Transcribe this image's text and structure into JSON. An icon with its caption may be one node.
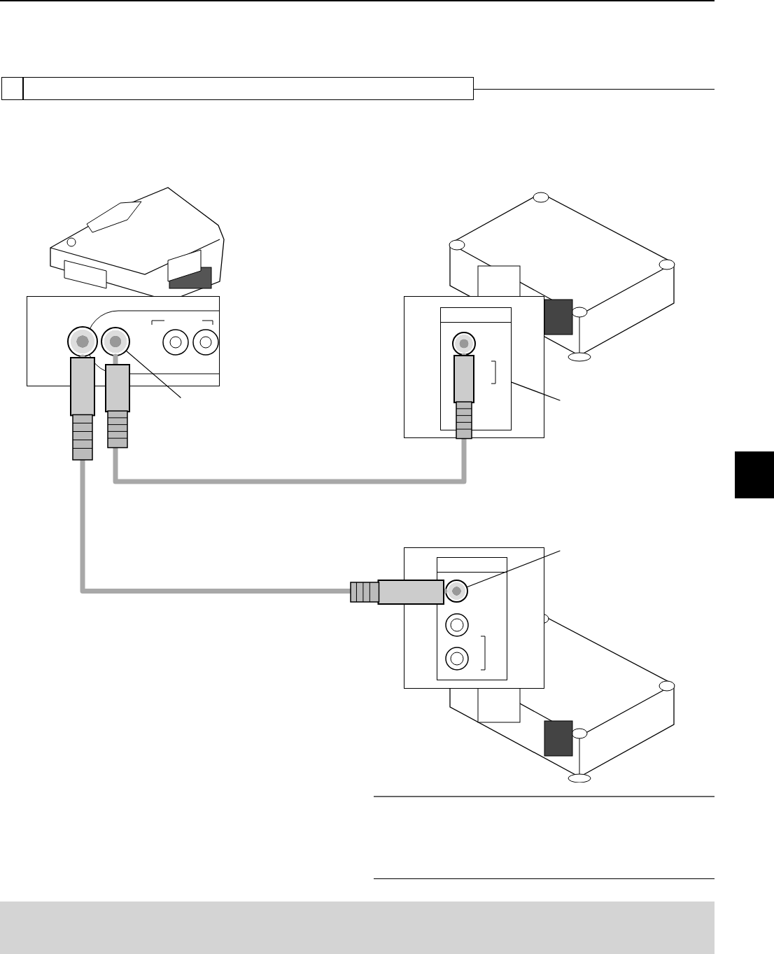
{
  "diagram": {
    "nodes": [
      {
        "text": [],
        "shape": "box"
      },
      {
        "text": [],
        "shape": "box"
      },
      {
        "text": [],
        "shape": "picture"
      },
      {
        "text": [],
        "shape": "box"
      },
      {
        "text": [],
        "shape": "circle",
        "in": 3
      },
      {
        "text": [],
        "shape": "circle",
        "in": 3
      },
      {
        "text": [],
        "shape": "picture"
      },
      {
        "text": [],
        "shape": "box"
      },
      {
        "text": [],
        "shape": "box",
        "in": 7
      },
      {
        "text": [],
        "shape": "circle",
        "in": 8
      },
      {
        "text": [],
        "shape": "box"
      },
      {
        "text": [],
        "shape": "box",
        "in": 10
      },
      {
        "text": [],
        "shape": "circle",
        "in": 11
      },
      {
        "text": [],
        "shape": "picture"
      },
      {
        "text": [],
        "shape": "box"
      },
      {
        "text": [],
        "shape": "bar"
      }
    ],
    "edges": [
      {
        "from": 5,
        "to": 9,
        "arrow": "none",
        "style": "thick",
        "color": "#a8a8a8"
      },
      {
        "from": 4,
        "to": 12,
        "arrow": "none",
        "style": "thick",
        "color": "#a8a8a8"
      },
      {
        "from": null,
        "to": 5,
        "arrow": "none"
      },
      {
        "from": null,
        "to": 8,
        "arrow": "none"
      },
      {
        "from": null,
        "to": 12,
        "arrow": "none"
      }
    ]
  }
}
